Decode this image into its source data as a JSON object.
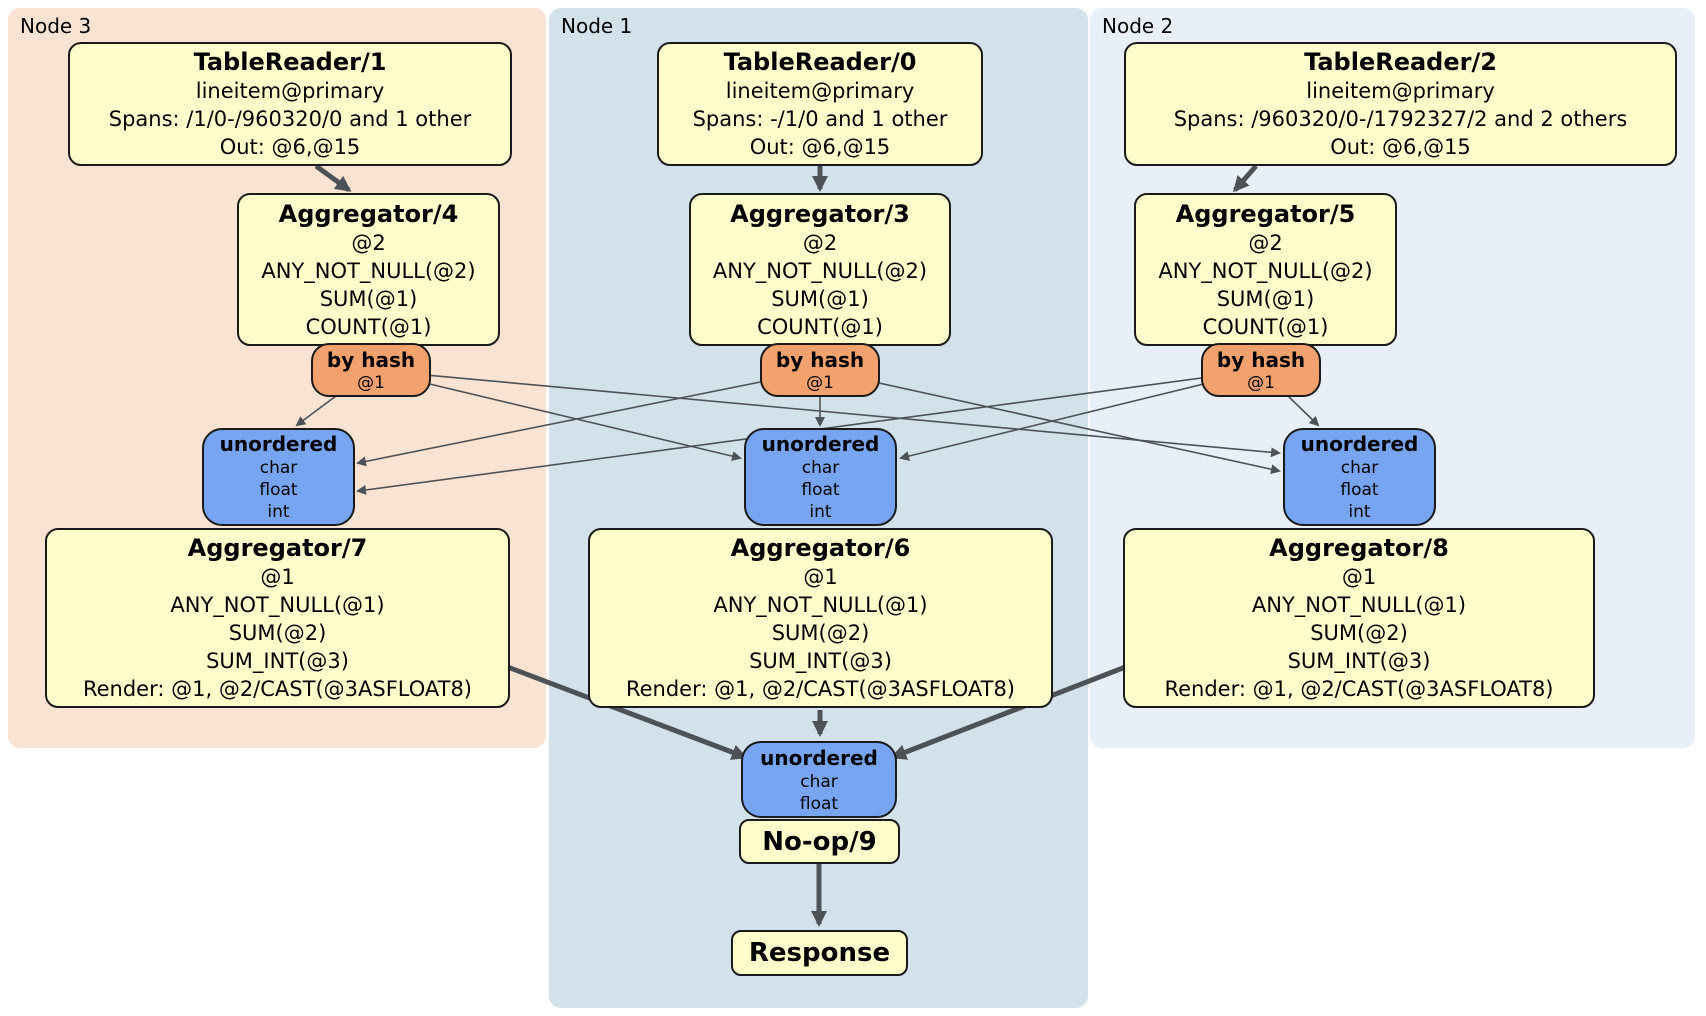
{
  "colors": {
    "panel-node3": "#fbe3d3",
    "panel-node1": "#d2e1ea",
    "panel-node2": "#e9eff8",
    "box-yellow": "#ffffcc",
    "box-orange": "#f3a26e",
    "box-blue": "#78a5f1",
    "box-border": "#1a1a1a",
    "edge-color": "#4d5257"
  },
  "panels": {
    "node3": {
      "label": "Node 3"
    },
    "node1": {
      "label": "Node 1"
    },
    "node2": {
      "label": "Node 2"
    }
  },
  "nodes": {
    "tr1": {
      "title": "TableReader/1",
      "lines": [
        "lineitem@primary",
        "Spans: /1/0-/960320/0 and 1 other",
        "Out: @6,@15"
      ]
    },
    "tr0": {
      "title": "TableReader/0",
      "lines": [
        "lineitem@primary",
        "Spans: -/1/0 and 1 other",
        "Out: @6,@15"
      ]
    },
    "tr2": {
      "title": "TableReader/2",
      "lines": [
        "lineitem@primary",
        "Spans: /960320/0-/1792327/2 and 2 others",
        "Out: @6,@15"
      ]
    },
    "agg4": {
      "title": "Aggregator/4",
      "lines": [
        "@2",
        "ANY_NOT_NULL(@2)",
        "SUM(@1)",
        "COUNT(@1)"
      ]
    },
    "agg3": {
      "title": "Aggregator/3",
      "lines": [
        "@2",
        "ANY_NOT_NULL(@2)",
        "SUM(@1)",
        "COUNT(@1)"
      ]
    },
    "agg5": {
      "title": "Aggregator/5",
      "lines": [
        "@2",
        "ANY_NOT_NULL(@2)",
        "SUM(@1)",
        "COUNT(@1)"
      ]
    },
    "hash4": {
      "title": "by hash",
      "lines": [
        "@1"
      ]
    },
    "hash3": {
      "title": "by hash",
      "lines": [
        "@1"
      ]
    },
    "hash5": {
      "title": "by hash",
      "lines": [
        "@1"
      ]
    },
    "sync7": {
      "title": "unordered",
      "lines": [
        "char",
        "float",
        "int"
      ]
    },
    "sync6": {
      "title": "unordered",
      "lines": [
        "char",
        "float",
        "int"
      ]
    },
    "sync8": {
      "title": "unordered",
      "lines": [
        "char",
        "float",
        "int"
      ]
    },
    "agg7": {
      "title": "Aggregator/7",
      "lines": [
        "@1",
        "ANY_NOT_NULL(@1)",
        "SUM(@2)",
        "SUM_INT(@3)",
        "Render: @1, @2/CAST(@3ASFLOAT8)"
      ]
    },
    "agg6": {
      "title": "Aggregator/6",
      "lines": [
        "@1",
        "ANY_NOT_NULL(@1)",
        "SUM(@2)",
        "SUM_INT(@3)",
        "Render: @1, @2/CAST(@3ASFLOAT8)"
      ]
    },
    "agg8": {
      "title": "Aggregator/8",
      "lines": [
        "@1",
        "ANY_NOT_NULL(@1)",
        "SUM(@2)",
        "SUM_INT(@3)",
        "Render: @1, @2/CAST(@3ASFLOAT8)"
      ]
    },
    "sync9": {
      "title": "unordered",
      "lines": [
        "char",
        "float"
      ]
    },
    "noop": {
      "title": "No-op/9"
    },
    "response": {
      "title": "Response"
    }
  }
}
